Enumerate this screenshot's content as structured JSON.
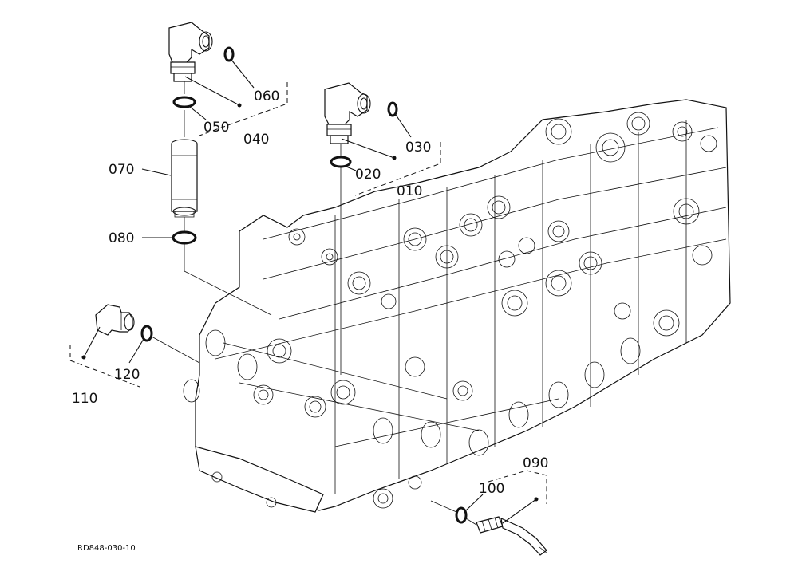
{
  "diagram": {
    "reference_code": "RD848-030-10",
    "callouts": {
      "c010": "010",
      "c020": "020",
      "c030": "030",
      "c040": "040",
      "c050": "050",
      "c060": "060",
      "c070": "070",
      "c080": "080",
      "c090": "090",
      "c100": "100",
      "c110": "110",
      "c120": "120"
    }
  }
}
